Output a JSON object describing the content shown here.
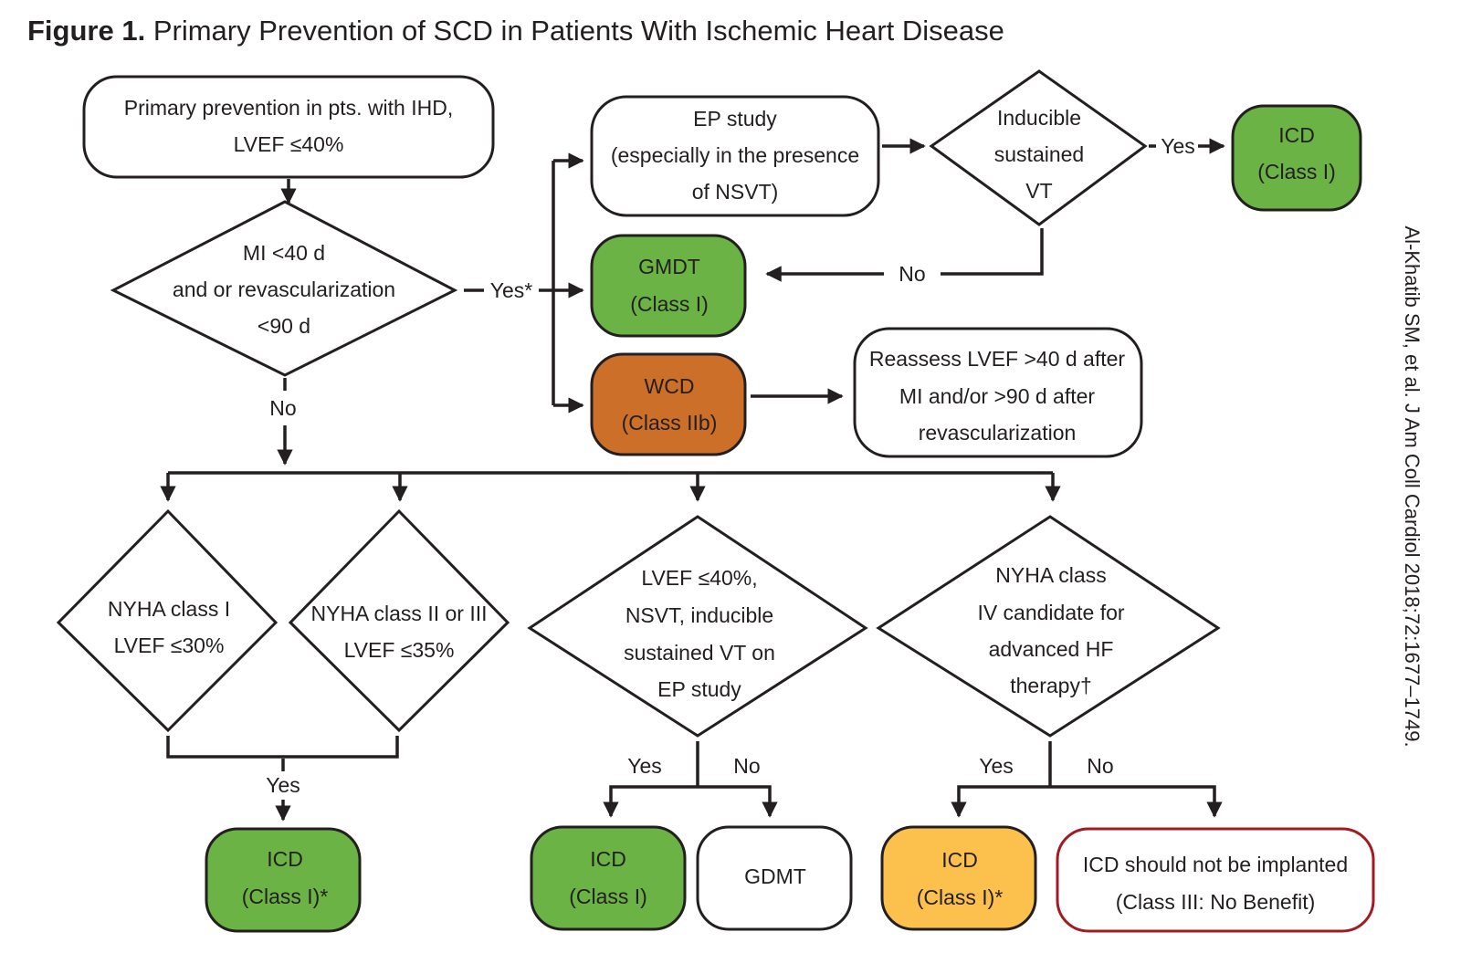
{
  "figure": {
    "label": "Figure 1.",
    "title": "Primary Prevention of SCD in Patients With Ischemic Heart Disease",
    "citation": "Al-Khatib SM, et al. J Am Coll Cardiol 2018;72:1677–1749."
  },
  "nodes": {
    "start": [
      "Primary prevention in pts. with IHD,",
      "LVEF ≤40%"
    ],
    "mi_revasc": [
      "MI <40 d",
      "and or revascularization",
      "<90 d"
    ],
    "ep_study": [
      "EP study",
      "(especially in the presence",
      "of NSVT)"
    ],
    "inducible_vt": [
      "Inducible",
      "sustained",
      "VT"
    ],
    "icd_top": [
      "ICD",
      "(Class I)"
    ],
    "gmdt": [
      "GMDT",
      "(Class I)"
    ],
    "wcd": [
      "WCD",
      "(Class IIb)"
    ],
    "reassess": [
      "Reassess LVEF >40 d after",
      "MI and/or >90 d after",
      "revascularization"
    ],
    "nyha1": [
      "NYHA class I",
      "LVEF ≤30%"
    ],
    "nyha23": [
      "NYHA class II or III",
      "LVEF ≤35%"
    ],
    "lvef_nsvt": [
      "LVEF ≤40%,",
      "NSVT, inducible",
      "sustained VT on",
      "EP study"
    ],
    "nyha4": [
      "NYHA class",
      "IV candidate for",
      "advanced HF",
      "therapy†"
    ],
    "icd_b1": [
      "ICD",
      "(Class I)*"
    ],
    "icd_b2": [
      "ICD",
      "(Class I)"
    ],
    "gdmt_b": [
      "GDMT"
    ],
    "icd_b3": [
      "ICD",
      "(Class I)*"
    ],
    "no_benefit": [
      "ICD should not be implanted",
      "(Class III: No Benefit)"
    ]
  },
  "edge_labels": {
    "yes_star": "Yes*",
    "yes_icd": "Yes",
    "no_gmdt": "No",
    "no_main": "No",
    "yes_nyha": "Yes",
    "yes_lvef": "Yes",
    "no_lvef": "No",
    "yes_iv": "Yes",
    "no_iv": "No"
  },
  "colors": {
    "line": "#231f20",
    "green": "#6ab344",
    "orange": "#cc6f29",
    "yellow": "#fcc04d",
    "white": "#ffffff",
    "no_benefit_border": "#a01c22"
  }
}
